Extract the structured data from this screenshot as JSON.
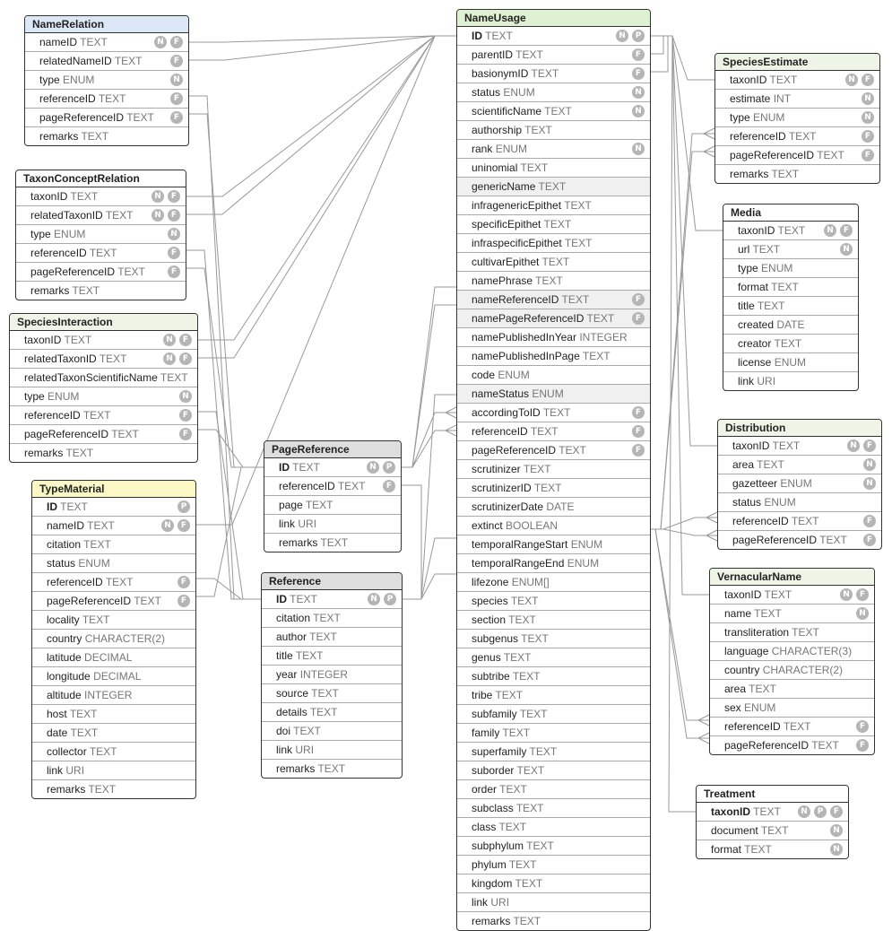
{
  "colors": {
    "header_default": "#ffffff",
    "header_nameusage": "#dff1d3",
    "header_namerelation": "#dde8f7",
    "header_typematerial": "#fbf8c6",
    "header_reference": "#dedede",
    "header_sub": "#eef4e6",
    "border": "#333333",
    "edge": "#999999",
    "flag": "#b5b5b5"
  },
  "tables": [
    {
      "id": "NameRelation",
      "title": "NameRelation",
      "fields": [
        {
          "name": "nameID",
          "type": "TEXT",
          "flags": [
            "N",
            "F"
          ]
        },
        {
          "name": "relatedNameID",
          "type": "TEXT",
          "flags": [
            "F"
          ]
        },
        {
          "name": "type",
          "type": "ENUM",
          "flags": [
            "N"
          ]
        },
        {
          "name": "referenceID",
          "type": "TEXT",
          "flags": [
            "F"
          ]
        },
        {
          "name": "pageReferenceID",
          "type": "TEXT",
          "flags": [
            "F"
          ]
        },
        {
          "name": "remarks",
          "type": "TEXT",
          "flags": []
        }
      ]
    },
    {
      "id": "TaxonConceptRelation",
      "title": "TaxonConceptRelation",
      "fields": [
        {
          "name": "taxonID",
          "type": "TEXT",
          "flags": [
            "N",
            "F"
          ]
        },
        {
          "name": "relatedTaxonID",
          "type": "TEXT",
          "flags": [
            "N",
            "F"
          ]
        },
        {
          "name": "type",
          "type": "ENUM",
          "flags": [
            "N"
          ]
        },
        {
          "name": "referenceID",
          "type": "TEXT",
          "flags": [
            "F"
          ]
        },
        {
          "name": "pageReferenceID",
          "type": "TEXT",
          "flags": [
            "F"
          ]
        },
        {
          "name": "remarks",
          "type": "TEXT",
          "flags": []
        }
      ]
    },
    {
      "id": "SpeciesInteraction",
      "title": "SpeciesInteraction",
      "fields": [
        {
          "name": "taxonID",
          "type": "TEXT",
          "flags": [
            "N",
            "F"
          ]
        },
        {
          "name": "relatedTaxonID",
          "type": "TEXT",
          "flags": [
            "N",
            "F"
          ]
        },
        {
          "name": "relatedTaxonScientificName",
          "type": "TEXT",
          "flags": []
        },
        {
          "name": "type",
          "type": "ENUM",
          "flags": [
            "N"
          ]
        },
        {
          "name": "referenceID",
          "type": "TEXT",
          "flags": [
            "F"
          ]
        },
        {
          "name": "pageReferenceID",
          "type": "TEXT",
          "flags": [
            "F"
          ]
        },
        {
          "name": "remarks",
          "type": "TEXT",
          "flags": []
        }
      ]
    },
    {
      "id": "TypeMaterial",
      "title": "TypeMaterial",
      "fields": [
        {
          "name": "ID",
          "type": "TEXT",
          "flags": [
            "P"
          ],
          "pk": true
        },
        {
          "name": "nameID",
          "type": "TEXT",
          "flags": [
            "N",
            "F"
          ]
        },
        {
          "name": "citation",
          "type": "TEXT",
          "flags": []
        },
        {
          "name": "status",
          "type": "ENUM",
          "flags": []
        },
        {
          "name": "referenceID",
          "type": "TEXT",
          "flags": [
            "F"
          ]
        },
        {
          "name": "pageReferenceID",
          "type": "TEXT",
          "flags": [
            "F"
          ]
        },
        {
          "name": "locality",
          "type": "TEXT",
          "flags": []
        },
        {
          "name": "country",
          "type": "CHARACTER(2)",
          "flags": []
        },
        {
          "name": "latitude",
          "type": "DECIMAL",
          "flags": []
        },
        {
          "name": "longitude",
          "type": "DECIMAL",
          "flags": []
        },
        {
          "name": "altitude",
          "type": "INTEGER",
          "flags": []
        },
        {
          "name": "host",
          "type": "TEXT",
          "flags": []
        },
        {
          "name": "date",
          "type": "TEXT",
          "flags": []
        },
        {
          "name": "collector",
          "type": "TEXT",
          "flags": []
        },
        {
          "name": "link",
          "type": "URI",
          "flags": []
        },
        {
          "name": "remarks",
          "type": "TEXT",
          "flags": []
        }
      ]
    },
    {
      "id": "PageReference",
      "title": "PageReference",
      "fields": [
        {
          "name": "ID",
          "type": "TEXT",
          "flags": [
            "N",
            "P"
          ],
          "pk": true
        },
        {
          "name": "referenceID",
          "type": "TEXT",
          "flags": [
            "F"
          ]
        },
        {
          "name": "page",
          "type": "TEXT",
          "flags": []
        },
        {
          "name": "link",
          "type": "URI",
          "flags": []
        },
        {
          "name": "remarks",
          "type": "TEXT",
          "flags": []
        }
      ]
    },
    {
      "id": "Reference",
      "title": "Reference",
      "fields": [
        {
          "name": "ID",
          "type": "TEXT",
          "flags": [
            "N",
            "P"
          ],
          "pk": true
        },
        {
          "name": "citation",
          "type": "TEXT",
          "flags": []
        },
        {
          "name": "author",
          "type": "TEXT",
          "flags": []
        },
        {
          "name": "title",
          "type": "TEXT",
          "flags": []
        },
        {
          "name": "year",
          "type": "INTEGER",
          "flags": []
        },
        {
          "name": "source",
          "type": "TEXT",
          "flags": []
        },
        {
          "name": "details",
          "type": "TEXT",
          "flags": []
        },
        {
          "name": "doi",
          "type": "TEXT",
          "flags": []
        },
        {
          "name": "link",
          "type": "URI",
          "flags": []
        },
        {
          "name": "remarks",
          "type": "TEXT",
          "flags": []
        }
      ]
    },
    {
      "id": "NameUsage",
      "title": "NameUsage",
      "fields": [
        {
          "name": "ID",
          "type": "TEXT",
          "flags": [
            "N",
            "P"
          ],
          "pk": true
        },
        {
          "name": "parentID",
          "type": "TEXT",
          "flags": [
            "F"
          ]
        },
        {
          "name": "basionymID",
          "type": "TEXT",
          "flags": [
            "F"
          ]
        },
        {
          "name": "status",
          "type": "ENUM",
          "flags": [
            "N"
          ]
        },
        {
          "name": "scientificName",
          "type": "TEXT",
          "flags": [
            "N"
          ]
        },
        {
          "name": "authorship",
          "type": "TEXT",
          "flags": []
        },
        {
          "name": "rank",
          "type": "ENUM",
          "flags": [
            "N"
          ]
        },
        {
          "name": "uninomial",
          "type": "TEXT",
          "flags": []
        },
        {
          "name": "genericName",
          "type": "TEXT",
          "flags": [],
          "hl": true
        },
        {
          "name": "infragenericEpithet",
          "type": "TEXT",
          "flags": []
        },
        {
          "name": "specificEpithet",
          "type": "TEXT",
          "flags": []
        },
        {
          "name": "infraspecificEpithet",
          "type": "TEXT",
          "flags": []
        },
        {
          "name": "cultivarEpithet",
          "type": "TEXT",
          "flags": []
        },
        {
          "name": "namePhrase",
          "type": "TEXT",
          "flags": []
        },
        {
          "name": "nameReferenceID",
          "type": "TEXT",
          "flags": [
            "F"
          ],
          "hl": true
        },
        {
          "name": "namePageReferenceID",
          "type": "TEXT",
          "flags": [
            "F"
          ],
          "hl": true
        },
        {
          "name": "namePublishedInYear",
          "type": "INTEGER",
          "flags": []
        },
        {
          "name": "namePublishedInPage",
          "type": "TEXT",
          "flags": []
        },
        {
          "name": "code",
          "type": "ENUM",
          "flags": []
        },
        {
          "name": "nameStatus",
          "type": "ENUM",
          "flags": [],
          "hl": true
        },
        {
          "name": "accordingToID",
          "type": "TEXT",
          "flags": [
            "F"
          ]
        },
        {
          "name": "referenceID",
          "type": "TEXT",
          "flags": [
            "F"
          ]
        },
        {
          "name": "pageReferenceID",
          "type": "TEXT",
          "flags": [
            "F"
          ]
        },
        {
          "name": "scrutinizer",
          "type": "TEXT",
          "flags": []
        },
        {
          "name": "scrutinizerID",
          "type": "TEXT",
          "flags": []
        },
        {
          "name": "scrutinizerDate",
          "type": "DATE",
          "flags": []
        },
        {
          "name": "extinct",
          "type": "BOOLEAN",
          "flags": []
        },
        {
          "name": "temporalRangeStart",
          "type": "ENUM",
          "flags": []
        },
        {
          "name": "temporalRangeEnd",
          "type": "ENUM",
          "flags": []
        },
        {
          "name": "lifezone",
          "type": "ENUM[]",
          "flags": []
        },
        {
          "name": "species",
          "type": "TEXT",
          "flags": []
        },
        {
          "name": "section",
          "type": "TEXT",
          "flags": []
        },
        {
          "name": "subgenus",
          "type": "TEXT",
          "flags": []
        },
        {
          "name": "genus",
          "type": "TEXT",
          "flags": []
        },
        {
          "name": "subtribe",
          "type": "TEXT",
          "flags": []
        },
        {
          "name": "tribe",
          "type": "TEXT",
          "flags": []
        },
        {
          "name": "subfamily",
          "type": "TEXT",
          "flags": []
        },
        {
          "name": "family",
          "type": "TEXT",
          "flags": []
        },
        {
          "name": "superfamily",
          "type": "TEXT",
          "flags": []
        },
        {
          "name": "suborder",
          "type": "TEXT",
          "flags": []
        },
        {
          "name": "order",
          "type": "TEXT",
          "flags": []
        },
        {
          "name": "subclass",
          "type": "TEXT",
          "flags": []
        },
        {
          "name": "class",
          "type": "TEXT",
          "flags": []
        },
        {
          "name": "subphylum",
          "type": "TEXT",
          "flags": []
        },
        {
          "name": "phylum",
          "type": "TEXT",
          "flags": []
        },
        {
          "name": "kingdom",
          "type": "TEXT",
          "flags": []
        },
        {
          "name": "link",
          "type": "URI",
          "flags": []
        },
        {
          "name": "remarks",
          "type": "TEXT",
          "flags": []
        }
      ]
    },
    {
      "id": "SpeciesEstimate",
      "title": "SpeciesEstimate",
      "fields": [
        {
          "name": "taxonID",
          "type": "TEXT",
          "flags": [
            "N",
            "F"
          ]
        },
        {
          "name": "estimate",
          "type": "INT",
          "flags": [
            "N"
          ]
        },
        {
          "name": "type",
          "type": "ENUM",
          "flags": [
            "N"
          ]
        },
        {
          "name": "referenceID",
          "type": "TEXT",
          "flags": [
            "F"
          ]
        },
        {
          "name": "pageReferenceID",
          "type": "TEXT",
          "flags": [
            "F"
          ]
        },
        {
          "name": "remarks",
          "type": "TEXT",
          "flags": []
        }
      ]
    },
    {
      "id": "Media",
      "title": "Media",
      "fields": [
        {
          "name": "taxonID",
          "type": "TEXT",
          "flags": [
            "N",
            "F"
          ]
        },
        {
          "name": "url",
          "type": "TEXT",
          "flags": [
            "N"
          ]
        },
        {
          "name": "type",
          "type": "ENUM",
          "flags": []
        },
        {
          "name": "format",
          "type": "TEXT",
          "flags": []
        },
        {
          "name": "title",
          "type": "TEXT",
          "flags": []
        },
        {
          "name": "created",
          "type": "DATE",
          "flags": []
        },
        {
          "name": "creator",
          "type": "TEXT",
          "flags": []
        },
        {
          "name": "license",
          "type": "ENUM",
          "flags": []
        },
        {
          "name": "link",
          "type": "URI",
          "flags": []
        }
      ]
    },
    {
      "id": "Distribution",
      "title": "Distribution",
      "fields": [
        {
          "name": "taxonID",
          "type": "TEXT",
          "flags": [
            "N",
            "F"
          ]
        },
        {
          "name": "area",
          "type": "TEXT",
          "flags": [
            "N"
          ]
        },
        {
          "name": "gazetteer",
          "type": "ENUM",
          "flags": [
            "N"
          ]
        },
        {
          "name": "status",
          "type": "ENUM",
          "flags": []
        },
        {
          "name": "referenceID",
          "type": "TEXT",
          "flags": [
            "F"
          ]
        },
        {
          "name": "pageReferenceID",
          "type": "TEXT",
          "flags": [
            "F"
          ]
        }
      ]
    },
    {
      "id": "VernacularName",
      "title": "VernacularName",
      "fields": [
        {
          "name": "taxonID",
          "type": "TEXT",
          "flags": [
            "N",
            "F"
          ]
        },
        {
          "name": "name",
          "type": "TEXT",
          "flags": [
            "N"
          ]
        },
        {
          "name": "transliteration",
          "type": "TEXT",
          "flags": []
        },
        {
          "name": "language",
          "type": "CHARACTER(3)",
          "flags": []
        },
        {
          "name": "country",
          "type": "CHARACTER(2)",
          "flags": []
        },
        {
          "name": "area",
          "type": "TEXT",
          "flags": []
        },
        {
          "name": "sex",
          "type": "ENUM",
          "flags": []
        },
        {
          "name": "referenceID",
          "type": "TEXT",
          "flags": [
            "F"
          ]
        },
        {
          "name": "pageReferenceID",
          "type": "TEXT",
          "flags": [
            "F"
          ]
        }
      ]
    },
    {
      "id": "Treatment",
      "title": "Treatment",
      "fields": [
        {
          "name": "taxonID",
          "type": "TEXT",
          "flags": [
            "N",
            "P",
            "F"
          ],
          "pk": true
        },
        {
          "name": "document",
          "type": "TEXT",
          "flags": [
            "N"
          ]
        },
        {
          "name": "format",
          "type": "TEXT",
          "flags": [
            "N"
          ]
        }
      ]
    }
  ]
}
